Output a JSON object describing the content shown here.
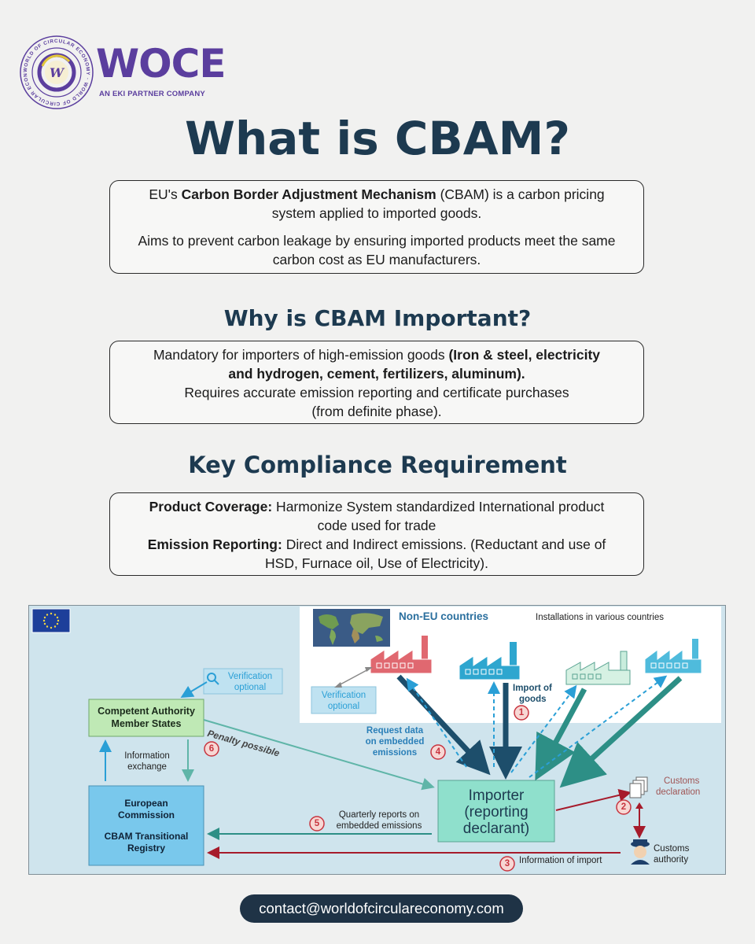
{
  "logo": {
    "wordmark": "WOCE",
    "tagline": "AN EKI PARTNER COMPANY",
    "ring_text": "WORLD OF CIRCULAR ECONOMY · WORLD OF CIRCULAR ECONOMY ·",
    "monogram": "W"
  },
  "title": "What is CBAM?",
  "intro": {
    "line1_pre": "EU's ",
    "line1_bold": "Carbon Border Adjustment Mechanism",
    "line1_post": " (CBAM) is a carbon pricing",
    "line2": "system applied to imported goods.",
    "line3": "Aims to prevent carbon leakage by ensuring imported products meet the same",
    "line4": "carbon cost as EU manufacturers."
  },
  "why": {
    "heading": "Why is CBAM Important?",
    "line1_pre": "Mandatory for importers of high-emission goods ",
    "line1_bold": "(Iron & steel, electricity",
    "line2_bold": "and hydrogen, cement, fertilizers, aluminum).",
    "line3": "Requires accurate emission reporting and certificate purchases",
    "line4": "(from definite phase)."
  },
  "key": {
    "heading": "Key Compliance Requirement",
    "item1_label": "Product Coverage:",
    "item1_text_a": " Harmonize System standardized International product",
    "item1_text_b": "code used for trade",
    "item2_label": "Emission Reporting:",
    "item2_text_a": " Direct and Indirect emissions. (Reductant and use of",
    "item2_text_b": "HSD, Furnace oil, Use of Electricity)."
  },
  "diagram": {
    "non_eu": "Non-EU countries",
    "installations": "Installations in various countries",
    "verification_1": "Verification optional",
    "verification_2": "Verification optional",
    "competent_1": "Competent Authority",
    "competent_2": "Member States",
    "info_exchange_1": "Information",
    "info_exchange_2": "exchange",
    "penalty": "Penalty possible",
    "ec_1": "European",
    "ec_2": "Commission",
    "ec_3": "CBAM Transitional",
    "ec_4": "Registry",
    "import_goods_1": "Import of",
    "import_goods_2": "goods",
    "request_1": "Request data",
    "request_2": "on embedded",
    "request_3": "emissions",
    "importer_1": "Importer",
    "importer_2": "(reporting",
    "importer_3": "declarant)",
    "quarterly_1": "Quarterly reports on",
    "quarterly_2": "embedded emissions",
    "customs_decl_1": "Customs",
    "customs_decl_2": "declaration",
    "customs_auth_1": "Customs",
    "customs_auth_2": "authority",
    "info_import": "Information of import",
    "n1": "1",
    "n2": "2",
    "n3": "3",
    "n4": "4",
    "n5": "5",
    "n6": "6",
    "colors": {
      "importer": "#8fe0cc",
      "competent": "#bfe9b5",
      "commission": "#79c8ec",
      "teal_arrow": "#2d8f86",
      "dark_arrow": "#1d4e6b",
      "red_arrow": "#a61b2b",
      "factory_red": "#e06870",
      "factory_blue": "#2ea6cf"
    }
  },
  "contact": "contact@worldofcirculareconomy.com"
}
